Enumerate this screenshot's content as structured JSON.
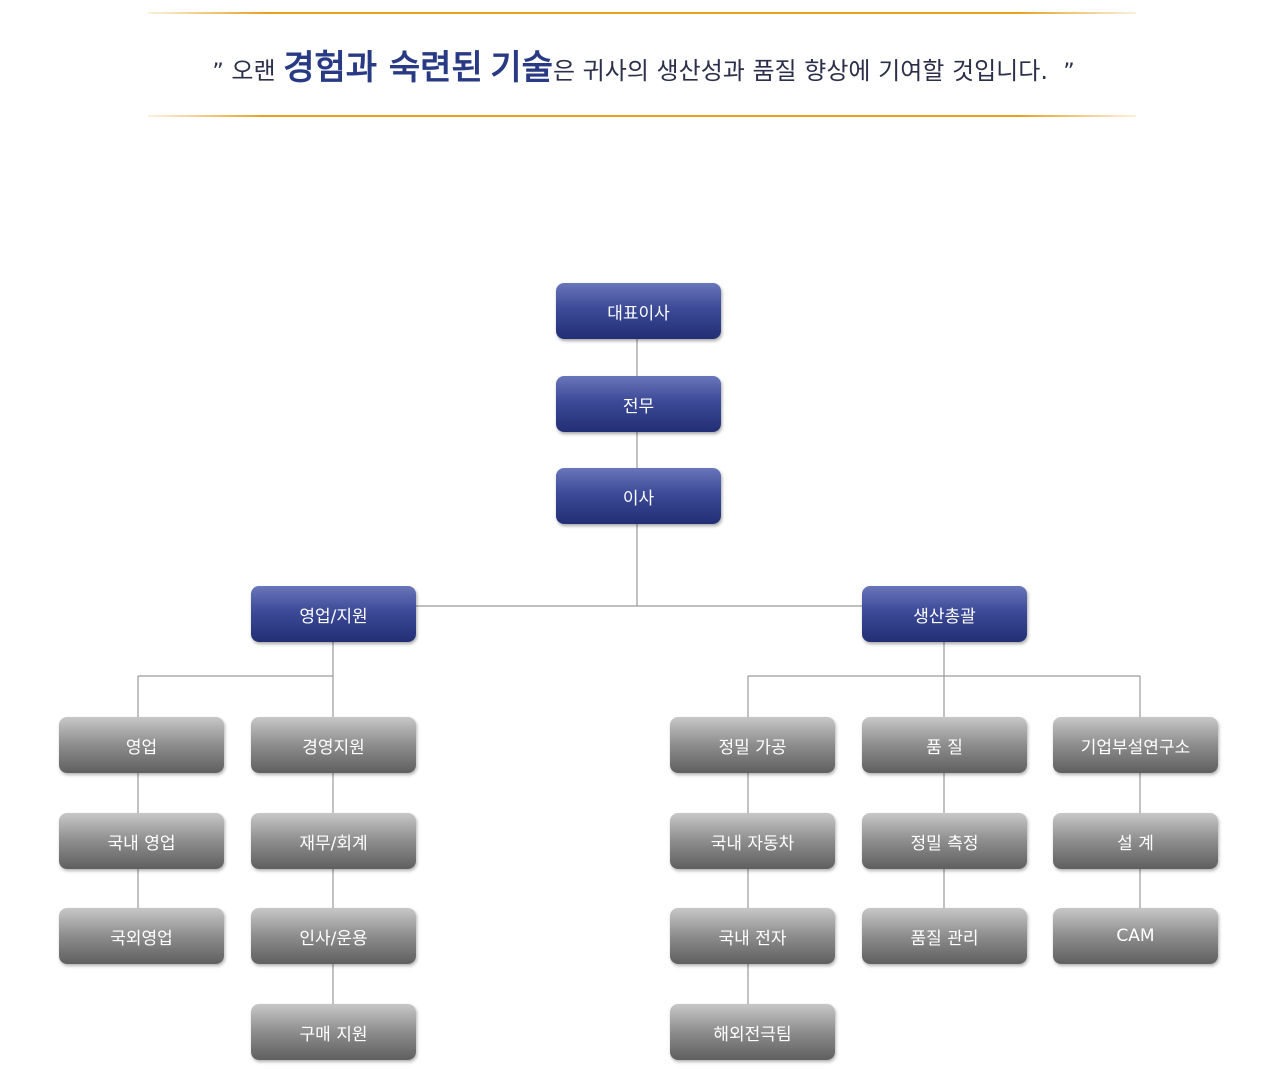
{
  "slogan": {
    "open_quote": "”",
    "prefix": "오랜",
    "highlight_1": "경험과 숙련된",
    "highlight_2": "기술",
    "suffix": "은 귀사의 생산성과 품질 향상에 기여할 것입니다.",
    "close_quote": "”"
  },
  "colors": {
    "rule": "#e8a020",
    "executive_node": "#2e3b86",
    "department_node": "#7a7a7a",
    "connector": "#9a9a9a",
    "highlight_text": "#283a84"
  },
  "org_chart": {
    "ceo": "대표이사",
    "managing_director": "전무",
    "director": "이사",
    "divisions": {
      "sales_support": {
        "label": "영업/지원",
        "sales": {
          "label": "영업",
          "items": [
            "국내 영업",
            "국외영업"
          ]
        },
        "management_support": {
          "label": "경영지원",
          "items": [
            "재무/회계",
            "인사/운용",
            "구매 지원"
          ]
        }
      },
      "production": {
        "label": "생산총괄",
        "precision_machining": {
          "label": "정밀 가공",
          "items": [
            "국내 자동차",
            "국내 전자",
            "해외전극팀"
          ]
        },
        "quality": {
          "label": "품 질",
          "items": [
            "정밀 측정",
            "품질 관리"
          ]
        },
        "research_lab": {
          "label": "기업부설연구소",
          "items": [
            "설 계",
            "CAM"
          ]
        }
      }
    }
  }
}
